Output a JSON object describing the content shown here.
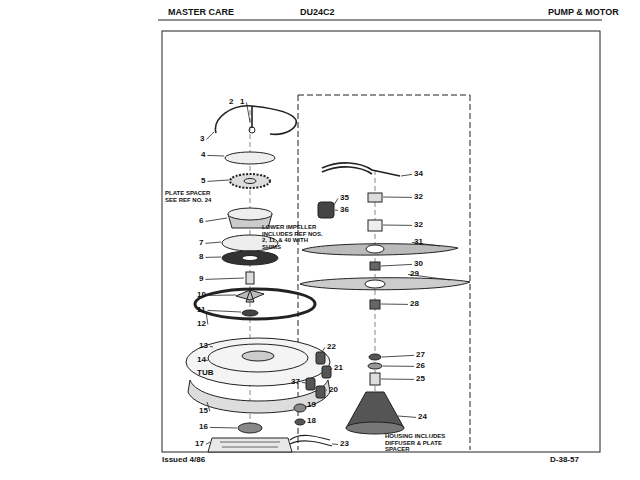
{
  "diagram": {
    "labels": [
      "MASTER CARE",
      "DU24C2",
      "PUMP & MOTOR",
      "2",
      "1",
      "3",
      "4",
      "5",
      "PLATE SPACER SEE REF NO. 24",
      "6",
      "7",
      "8",
      "9",
      "LOWER IMPELLER INCLUDES REF NOS. 2, 11, & 40 WITH SHIMS",
      "10",
      "11",
      "12",
      "13",
      "14",
      "TUB",
      "15",
      "16",
      "17",
      "18",
      "19",
      "20",
      "21",
      "22",
      "37",
      "23",
      "24",
      "25",
      "26",
      "27",
      "28",
      "29",
      "30",
      "31",
      "32",
      "32",
      "34",
      "35",
      "36",
      "HOUSING INCLUDES DIFFUSER & PLATE SPACER",
      "Issued 4/86",
      "D-38-57"
    ]
  }
}
